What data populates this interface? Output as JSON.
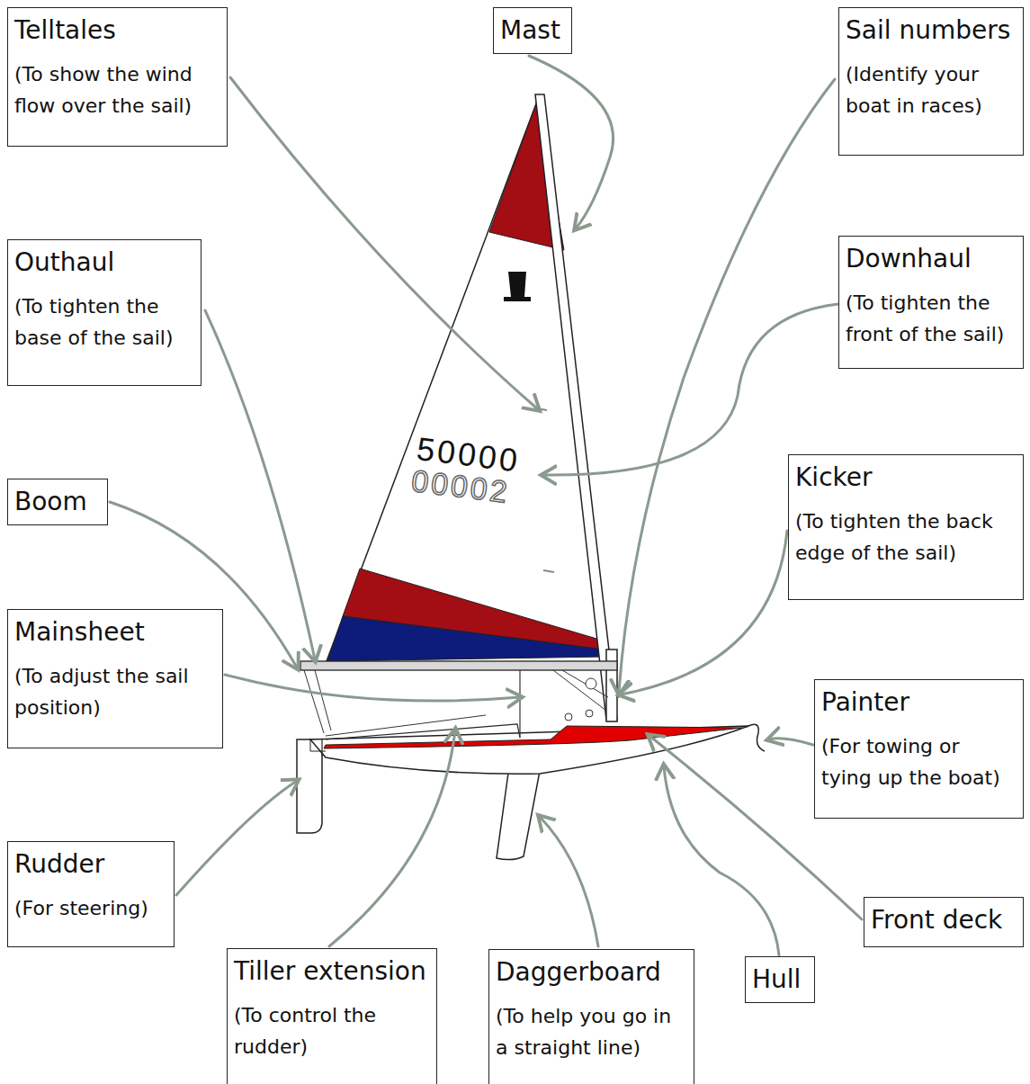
{
  "diagram": {
    "nodes": [
      {
        "text": [
          "Telltales",
          "(To show the wind flow over the sail)"
        ]
      },
      {
        "text": [
          "Mast"
        ]
      },
      {
        "text": [
          "Sail numbers",
          "(Identify your boat in races)"
        ]
      },
      {
        "text": [
          "Downhaul",
          "(To tighten the front of the sail)"
        ]
      },
      {
        "text": [
          "Outhaul",
          "(To tighten the base of the sail)"
        ]
      },
      {
        "text": [
          "Kicker",
          "(To tighten the back edge of the sail)"
        ]
      },
      {
        "text": [
          "Boom"
        ]
      },
      {
        "text": [
          "Mainsheet",
          "(To adjust the sail position)"
        ]
      },
      {
        "text": [
          "Painter",
          "(For towing or tying up the boat)"
        ]
      },
      {
        "text": [
          "Rudder",
          "(For steering)"
        ]
      },
      {
        "text": [
          "Front deck"
        ]
      },
      {
        "text": [
          "Tiller extension",
          "(To control the rudder)"
        ]
      },
      {
        "text": [
          "Daggerboard",
          "(To help you go in a straight line)"
        ]
      },
      {
        "text": [
          "Hull"
        ]
      }
    ],
    "labels": [
      "50000",
      "00002"
    ]
  }
}
